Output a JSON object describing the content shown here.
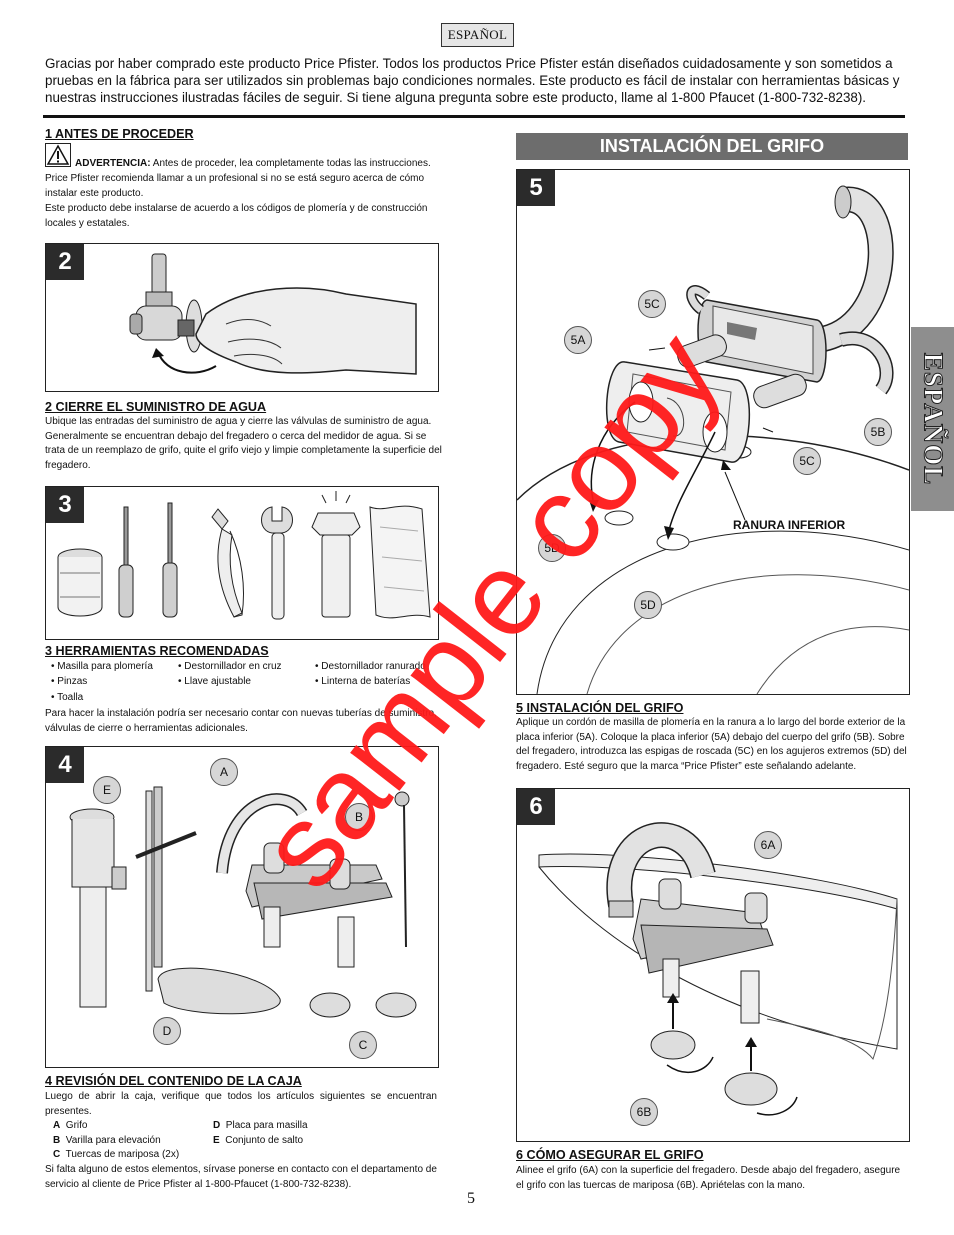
{
  "lang_tag": "ESPAÑOL",
  "intro": "Gracias por haber comprado este producto Price Pfister. Todos los productos Price Pfister están diseñados cuidadosamente y son sometidos a pruebas en la fábrica para ser utilizados sin problemas bajo condiciones normales. Este producto es fácil de instalar con herramientas básicas y nuestras instrucciones ilustradas fáciles de seguir. Si tiene alguna pregunta sobre este producto, llame al 1-800 Pfaucet (1-800-732-8238).",
  "side_tab": "ESPAÑOL",
  "s1": {
    "title": "1  ANTES DE PROCEDER",
    "warning_label": "ADVERTENCIA:",
    "warning_text": "Antes de proceder, lea completamente todas las instrucciones.",
    "p1": "Price Pfister recomienda llamar a un profesional si no se está seguro acerca de cómo instalar este producto.",
    "p2": "Este producto debe instalarse de acuerdo a los códigos de plomería y de construcción locales y estatales."
  },
  "s2": {
    "badge": "2",
    "title": "2  CIERRE EL SUMINISTRO DE AGUA",
    "text": "Ubique las entradas del suministro de agua y cierre las válvulas de suministro de agua. Generalmente se encuentran debajo del fregadero o cerca del medidor de agua. Si se trata de un reemplazo de grifo, quite el grifo viejo y limpie completamente la superficie del fregadero."
  },
  "s3": {
    "badge": "3",
    "title": "3  HERRAMIENTAS RECOMENDADAS",
    "tools": [
      "• Masilla para plomería",
      "• Destornillador en cruz",
      "• Destornillador ranurado",
      "• Pinzas",
      "• Llave ajustable",
      "• Linterna de baterías",
      "• Toalla"
    ],
    "text": "Para hacer la instalación podría ser necesario contar con nuevas tuberías de suministro, válvulas de cierre o herramientas adicionales."
  },
  "s4": {
    "badge": "4",
    "title": "4  REVISIÓN DEL CONTENIDO DE LA CAJA",
    "intro": "Luego de abrir la caja, verifique que todos los artículos siguientes se encuentran presentes.",
    "items": [
      {
        "k": "A",
        "v": "Grifo"
      },
      {
        "k": "D",
        "v": "Placa para masilla"
      },
      {
        "k": "B",
        "v": "Varilla para elevación"
      },
      {
        "k": "E",
        "v": "Conjunto de salto"
      },
      {
        "k": "C",
        "v": "Tuercas de mariposa (2x)"
      }
    ],
    "text": "Si falta alguno de estos elementos, sírvase ponerse en contacto con el departamento de servicio al cliente de Price Pfister al 1-800-Pfaucet (1-800-732-8238).",
    "labels": {
      "a": "A",
      "b": "B",
      "c": "C",
      "d": "D",
      "e": "E"
    }
  },
  "banner": "INSTALACIÓN DEL GRIFO",
  "s5": {
    "badge": "5",
    "title": "5  INSTALACIÓN DEL GRIFO",
    "text": "Aplique un cordón de masilla de plomería en la ranura a lo largo del borde exterior de la placa inferior (5A). Coloque la placa inferior (5A) debajo del cuerpo del grifo (5B). Sobre del fregadero, introduzca las espigas de roscada (5C) en los agujeros extremos (5D) del fregadero. Esté seguro que la marca “Price Pfister” este señalando adelante.",
    "groove_label": "RANURA INFERIOR",
    "labels": {
      "c1": "5C",
      "a": "5A",
      "b": "5B",
      "c2": "5C",
      "d1": "5D",
      "d2": "5D"
    }
  },
  "s6": {
    "badge": "6",
    "title": "6  CÓMO ASEGURAR EL GRIFO",
    "text": "Alinee el grifo (6A) con la superficie del fregadero. Desde abajo del fregadero, asegure el grifo con las tuercas de mariposa (6B). Apriételas con la mano.",
    "labels": {
      "a": "6A",
      "b": "6B"
    }
  },
  "page_number": "5",
  "watermark": "sample copy"
}
